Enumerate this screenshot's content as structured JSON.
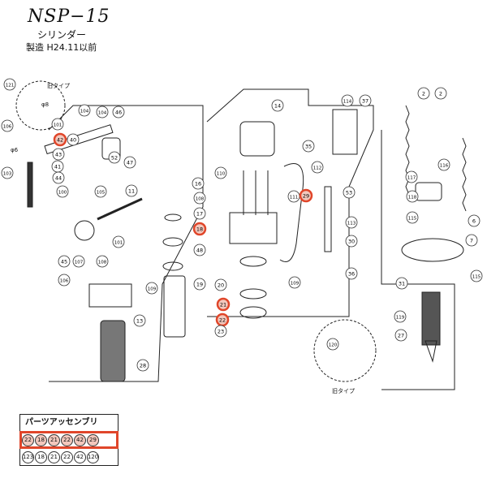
{
  "header": {
    "title": "NSP−15",
    "subtitle": "シリンダー",
    "note": "製造 H24.11以前"
  },
  "annotations": {
    "old_type_top": "旧タイプ",
    "old_type_bottom": "旧タイプ",
    "dim_phi8": "φ8",
    "dim_phi6": "φ6"
  },
  "highlight_color": "#e0462a",
  "callouts": [
    {
      "label": "121",
      "highlighted": false
    },
    {
      "label": "106",
      "highlighted": false
    },
    {
      "label": "101",
      "highlighted": false
    },
    {
      "label": "42",
      "highlighted": true
    },
    {
      "label": "40",
      "highlighted": false
    },
    {
      "label": "43",
      "highlighted": false
    },
    {
      "label": "41",
      "highlighted": false
    },
    {
      "label": "44",
      "highlighted": false
    },
    {
      "label": "100",
      "highlighted": false
    },
    {
      "label": "103",
      "highlighted": false
    },
    {
      "label": "104",
      "highlighted": false
    },
    {
      "label": "104",
      "highlighted": false
    },
    {
      "label": "46",
      "highlighted": false
    },
    {
      "label": "47",
      "highlighted": false
    },
    {
      "label": "52",
      "highlighted": false
    },
    {
      "label": "105",
      "highlighted": false
    },
    {
      "label": "11",
      "highlighted": false
    },
    {
      "label": "45",
      "highlighted": false
    },
    {
      "label": "101",
      "highlighted": false
    },
    {
      "label": "107",
      "highlighted": false
    },
    {
      "label": "108",
      "highlighted": false
    },
    {
      "label": "106",
      "highlighted": false
    },
    {
      "label": "109",
      "highlighted": false
    },
    {
      "label": "13",
      "highlighted": false
    },
    {
      "label": "28",
      "highlighted": false
    },
    {
      "label": "16",
      "highlighted": false
    },
    {
      "label": "108",
      "highlighted": false
    },
    {
      "label": "17",
      "highlighted": false
    },
    {
      "label": "18",
      "highlighted": true
    },
    {
      "label": "48",
      "highlighted": false
    },
    {
      "label": "19",
      "highlighted": false
    },
    {
      "label": "14",
      "highlighted": false
    },
    {
      "label": "110",
      "highlighted": false
    },
    {
      "label": "20",
      "highlighted": false
    },
    {
      "label": "21",
      "highlighted": true
    },
    {
      "label": "22",
      "highlighted": true
    },
    {
      "label": "23",
      "highlighted": false
    },
    {
      "label": "35",
      "highlighted": false
    },
    {
      "label": "111",
      "highlighted": false
    },
    {
      "label": "29",
      "highlighted": true
    },
    {
      "label": "112",
      "highlighted": false
    },
    {
      "label": "113",
      "highlighted": false
    },
    {
      "label": "30",
      "highlighted": false
    },
    {
      "label": "36",
      "highlighted": false
    },
    {
      "label": "109",
      "highlighted": false
    },
    {
      "label": "114",
      "highlighted": false
    },
    {
      "label": "37",
      "highlighted": false
    },
    {
      "label": "53",
      "highlighted": false
    },
    {
      "label": "120",
      "highlighted": false
    },
    {
      "label": "2",
      "highlighted": false
    },
    {
      "label": "2",
      "highlighted": false
    },
    {
      "label": "116",
      "highlighted": false
    },
    {
      "label": "117",
      "highlighted": false
    },
    {
      "label": "118",
      "highlighted": false
    },
    {
      "label": "6",
      "highlighted": false
    },
    {
      "label": "115",
      "highlighted": false
    },
    {
      "label": "7",
      "highlighted": false
    },
    {
      "label": "115",
      "highlighted": false
    },
    {
      "label": "31",
      "highlighted": false
    },
    {
      "label": "119",
      "highlighted": false
    },
    {
      "label": "27",
      "highlighted": false
    }
  ],
  "assembly_table": {
    "heading": "パーツアッセンブリ",
    "rows": [
      {
        "highlighted": true,
        "items": [
          "22",
          "18",
          "21",
          "22",
          "42",
          "29"
        ]
      },
      {
        "highlighted": false,
        "items": [
          "123",
          "18",
          "21",
          "22",
          "42",
          "120"
        ]
      }
    ]
  }
}
